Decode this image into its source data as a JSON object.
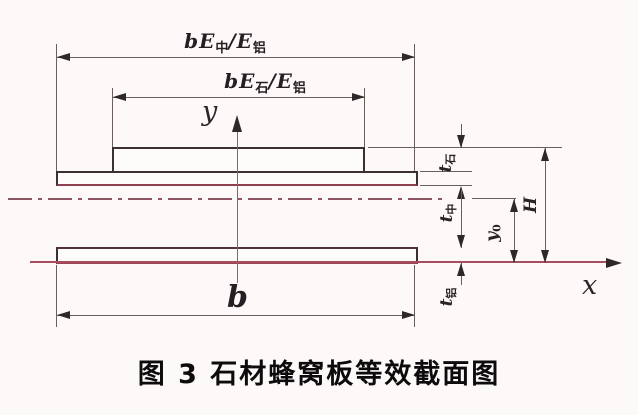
{
  "figure": {
    "caption": "图 3 石材蜂窝板等效截面图",
    "axes": {
      "x_label": "x",
      "y_label": "y"
    },
    "dimensions": {
      "top_width": {
        "base1": "bE",
        "sub1": "中",
        "base2": "/E",
        "sub2": "铝"
      },
      "stone_width": {
        "base1": "bE",
        "sub1": "石",
        "base2": "/E",
        "sub2": "铝"
      },
      "bottom_width": {
        "label": "b"
      },
      "stone_thickness": {
        "base": "t",
        "sub": "石"
      },
      "core_thickness": {
        "base": "t",
        "sub": "中"
      },
      "aluminum_thickness": {
        "base": "t",
        "sub": "铝"
      },
      "centroid_distance": {
        "base": "y",
        "sub": "0"
      },
      "total_height": {
        "label": "H"
      }
    },
    "colors": {
      "axis_red": "#a64d5e",
      "part_edge_dark": "#3d3438",
      "plate_red_edge": "#8e4050",
      "dimension_gray": "#6b5f5c",
      "background": "#fdf9f8"
    }
  }
}
